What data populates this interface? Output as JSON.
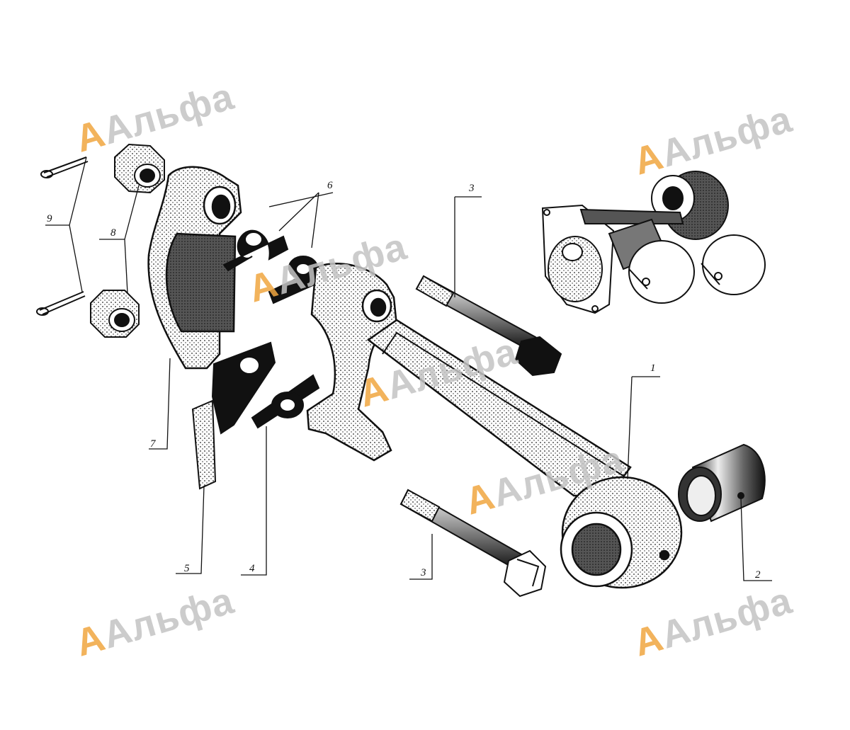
{
  "diagram": {
    "part_labels": [
      "1",
      "2",
      "3",
      "3",
      "4",
      "5",
      "6",
      "7",
      "8",
      "9"
    ],
    "watermark_text": "Альфа",
    "colors": {
      "ink": "#111111",
      "watermark_gray": "#c4c4c4",
      "watermark_accent": "#f0a640",
      "background": "#ffffff"
    }
  }
}
